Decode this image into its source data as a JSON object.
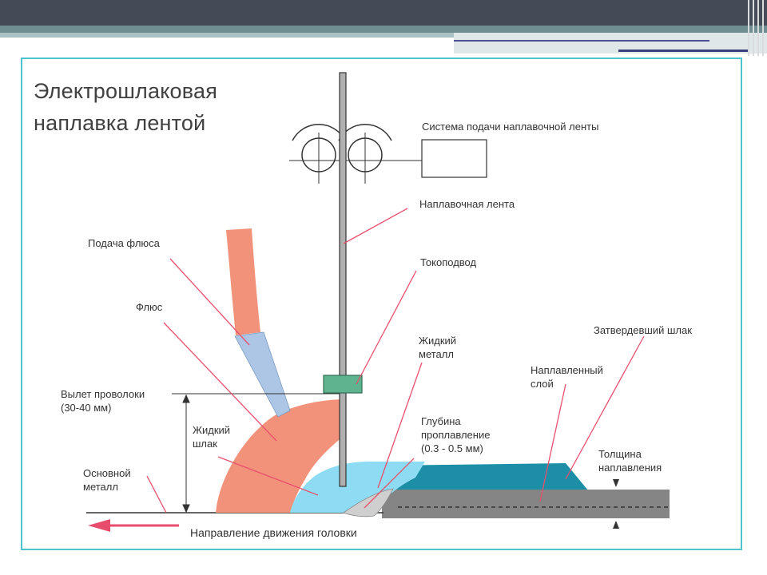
{
  "title": {
    "line1": "Электрошлаковая",
    "line2": "наплавка лентой"
  },
  "labels": {
    "feed_system": "Система подачи наплавочной ленты",
    "strip": "Наплавочная лента",
    "contact": "Токоподвод",
    "flux_feed": "Подача флюса",
    "flux": "Флюс",
    "liquid_metal_1": "Жидкий",
    "liquid_metal_2": "металл",
    "solid_slag": "Затвердевший шлак",
    "deposited_1": "Наплавленный",
    "deposited_2": "слой",
    "stickout_1": "Вылет проволоки",
    "stickout_2": "(30-40 мм)",
    "liquid_slag_1": "Жидкий",
    "liquid_slag_2": "шлак",
    "penetration_1": "Глубина",
    "penetration_2": "проплавление",
    "penetration_3": "(0.3 - 0.5 мм)",
    "thickness_1": "Толщина",
    "thickness_2": "наплавления",
    "base_1": "Основной",
    "base_2": "металл",
    "direction": "Направление движения головки"
  },
  "colors": {
    "slag": "#f2927a",
    "metal": "#8ddcf4",
    "deposit": "#1c8ea6",
    "leader": "#e8506d",
    "arrow": "#e84d6e",
    "frame": "#4fc3d0",
    "base_gray": "#858585",
    "nozzle": "#aec6e6",
    "contact": "#5fb38e"
  }
}
